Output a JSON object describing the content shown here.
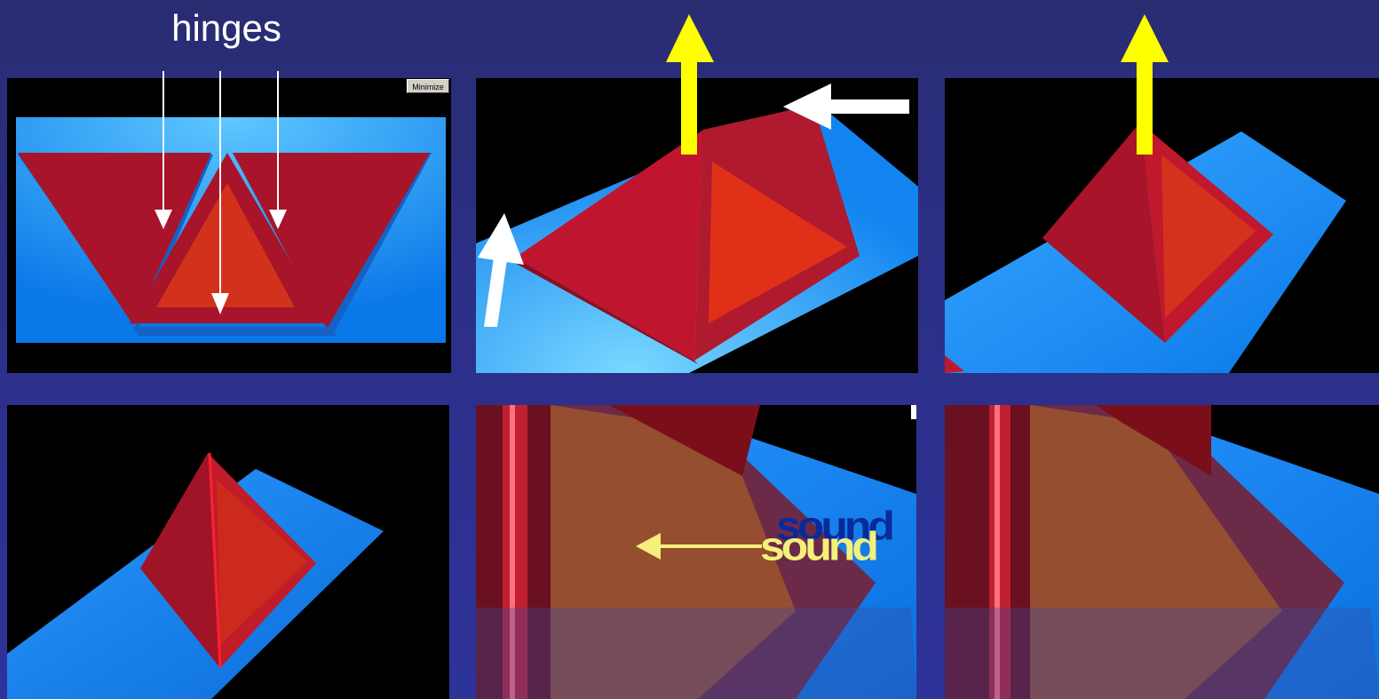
{
  "title": "hinges",
  "minimize_label": "Minimize",
  "sound_label": "sound",
  "sound_shadow_label": "sound",
  "colors": {
    "background": "#2b2f86",
    "plate_blue": "#1e90ff",
    "pyramid_red": "#c8162a",
    "face_orange": "#d2301c",
    "sound_yellow": "#f4f07a",
    "arrow_yellow": "#ffff00",
    "arrow_white": "#ffffff"
  },
  "panels": [
    {
      "name": "flat-net-view"
    },
    {
      "name": "folding-view-1"
    },
    {
      "name": "folding-view-2"
    },
    {
      "name": "pyramid-closed-view"
    },
    {
      "name": "inside-view-1"
    },
    {
      "name": "inside-view-2"
    }
  ]
}
